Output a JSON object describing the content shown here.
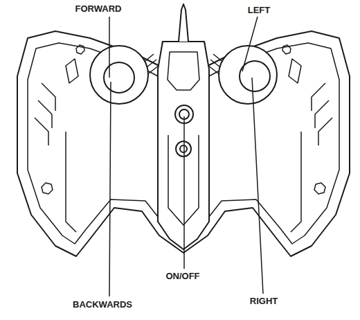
{
  "diagram": {
    "labels": [
      "FORWARD",
      "LEFT",
      "ON/OFF",
      "BACKWARDS",
      "RIGHT"
    ]
  }
}
